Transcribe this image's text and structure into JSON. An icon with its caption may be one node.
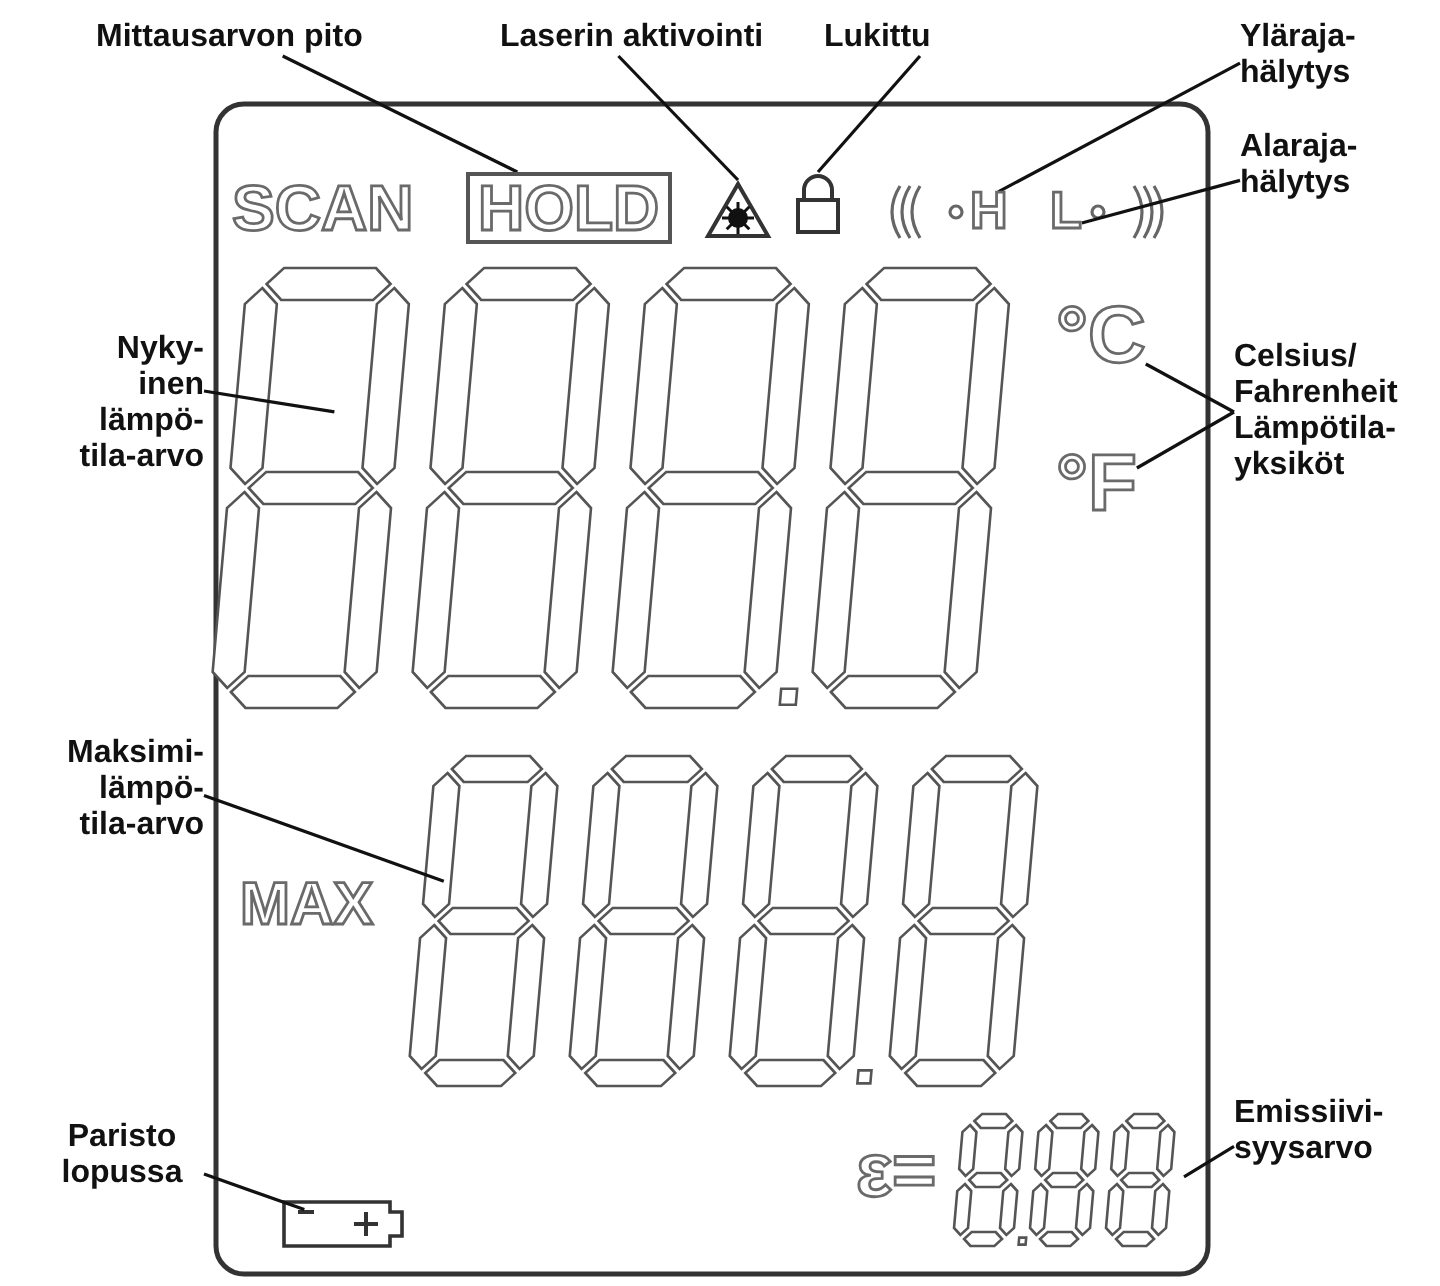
{
  "diagram": {
    "nodes": [
      {
        "text": [
          "Mittausarvon pito"
        ]
      },
      {
        "text": [
          "Laserin aktivointi"
        ]
      },
      {
        "text": [
          "Lukittu"
        ]
      },
      {
        "text": [
          "Yläraja- hälytys"
        ]
      },
      {
        "text": [
          "Alaraja- hälytys"
        ]
      },
      {
        "text": [
          "Nyky- inen lämpö- tila-arvo"
        ]
      },
      {
        "text": [
          "Celsius/ Fahrenheit Lämpötila- yksiköt"
        ]
      },
      {
        "text": [
          "Maksimi- lämpö- tila-arvo"
        ]
      },
      {
        "text": [
          "Paristo lopussa"
        ]
      },
      {
        "text": [
          "Emissiivi- syysarvo"
        ]
      },
      {
        "text": [
          "HOLD"
        ]
      },
      {
        "text": [],
        "shape": "triangle"
      },
      {
        "text": [],
        "shape": "padlock"
      },
      {
        "text": [
          "H"
        ]
      },
      {
        "text": [
          "L"
        ]
      },
      {
        "text": [],
        "shape": "box"
      },
      {
        "text": [
          "°C"
        ]
      },
      {
        "text": [
          "°F"
        ]
      },
      {
        "text": [],
        "shape": "box"
      },
      {
        "text": [],
        "shape": "battery"
      },
      {
        "text": [],
        "shape": "box"
      }
    ],
    "edges": [
      {
        "from": 0,
        "to": 10,
        "arrow": "none"
      },
      {
        "from": 1,
        "to": 11,
        "arrow": "none"
      },
      {
        "from": 2,
        "to": 12,
        "arrow": "none"
      },
      {
        "from": 3,
        "to": 13,
        "arrow": "none"
      },
      {
        "from": 4,
        "to": 14,
        "arrow": "none"
      },
      {
        "from": 5,
        "to": 15,
        "arrow": "none"
      },
      {
        "from": 6,
        "to": 16,
        "arrow": "none"
      },
      {
        "from": 6,
        "to": 17,
        "arrow": "none"
      },
      {
        "from": 7,
        "to": 18,
        "arrow": "none"
      },
      {
        "from": 8,
        "to": 19,
        "arrow": "none"
      },
      {
        "from": 9,
        "to": 20,
        "arrow": "none"
      }
    ],
    "labels": [
      "SCAN",
      "MAX",
      "ε="
    ]
  }
}
